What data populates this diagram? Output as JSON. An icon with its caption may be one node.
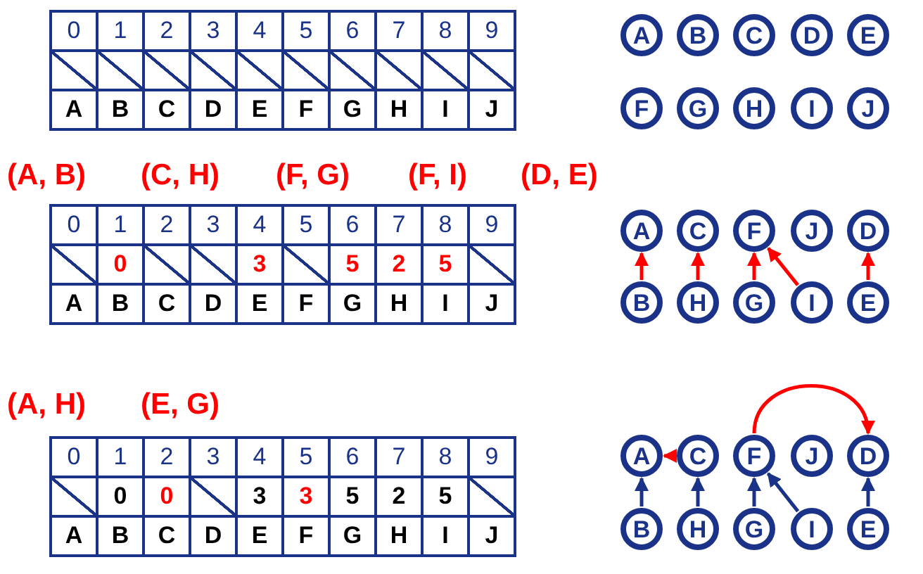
{
  "diagram": {
    "nodes": [
      {
        "text": [
          "A"
        ]
      },
      {
        "text": [
          "B"
        ]
      },
      {
        "text": [
          "C"
        ]
      },
      {
        "text": [
          "D"
        ]
      },
      {
        "text": [
          "E"
        ]
      },
      {
        "text": [
          "F"
        ]
      },
      {
        "text": [
          "G"
        ]
      },
      {
        "text": [
          "H"
        ]
      },
      {
        "text": [
          "I"
        ]
      },
      {
        "text": [
          "J"
        ]
      },
      {
        "text": [
          "A"
        ]
      },
      {
        "text": [
          "C"
        ]
      },
      {
        "text": [
          "F"
        ]
      },
      {
        "text": [
          "J"
        ]
      },
      {
        "text": [
          "D"
        ]
      },
      {
        "text": [
          "B"
        ]
      },
      {
        "text": [
          "H"
        ]
      },
      {
        "text": [
          "G"
        ]
      },
      {
        "text": [
          "I"
        ]
      },
      {
        "text": [
          "E"
        ]
      },
      {
        "text": [
          "A"
        ]
      },
      {
        "text": [
          "C"
        ]
      },
      {
        "text": [
          "F"
        ]
      },
      {
        "text": [
          "J"
        ]
      },
      {
        "text": [
          "D"
        ]
      },
      {
        "text": [
          "B"
        ]
      },
      {
        "text": [
          "H"
        ]
      },
      {
        "text": [
          "G"
        ]
      },
      {
        "text": [
          "I"
        ]
      },
      {
        "text": [
          "E"
        ]
      }
    ],
    "edges": [
      {
        "from": 15,
        "to": 10,
        "arrow": "to",
        "color": "#ff0000"
      },
      {
        "from": 16,
        "to": 11,
        "arrow": "to",
        "color": "#ff0000"
      },
      {
        "from": 17,
        "to": 12,
        "arrow": "to",
        "color": "#ff0000"
      },
      {
        "from": 18,
        "to": 12,
        "arrow": "to",
        "color": "#ff0000"
      },
      {
        "from": 19,
        "to": 14,
        "arrow": "to",
        "color": "#ff0000"
      },
      {
        "from": 25,
        "to": 20,
        "arrow": "to",
        "color": "#1a3388"
      },
      {
        "from": 26,
        "to": 21,
        "arrow": "to",
        "color": "#1a3388"
      },
      {
        "from": 27,
        "to": 22,
        "arrow": "to",
        "color": "#1a3388"
      },
      {
        "from": 28,
        "to": 22,
        "arrow": "to",
        "color": "#1a3388"
      },
      {
        "from": 29,
        "to": 24,
        "arrow": "to",
        "color": "#1a3388"
      },
      {
        "from": 21,
        "to": 20,
        "arrow": "to",
        "color": "#ff0000"
      },
      {
        "from": 22,
        "to": 24,
        "arrow": "to",
        "color": "#ff0000"
      }
    ],
    "labels": [
      "0",
      "1",
      "2",
      "3",
      "4",
      "5",
      "6",
      "7",
      "8",
      "9",
      "A",
      "B",
      "C",
      "D",
      "E",
      "F",
      "G",
      "H",
      "I",
      "J",
      "(A, B)",
      "(C, H)",
      "(F, G)",
      "(F, I)",
      "(D, E)",
      "0",
      "1",
      "2",
      "3",
      "4",
      "5",
      "6",
      "7",
      "8",
      "9",
      "0",
      "3",
      "5",
      "2",
      "5",
      "A",
      "B",
      "C",
      "D",
      "E",
      "F",
      "G",
      "H",
      "I",
      "J",
      "(A, H)",
      "(E, G)",
      "0",
      "1",
      "2",
      "3",
      "4",
      "5",
      "6",
      "7",
      "8",
      "9",
      "0",
      "0",
      "3",
      "3",
      "5",
      "2",
      "5",
      "A",
      "B",
      "C",
      "D",
      "E",
      "F",
      "G",
      "H",
      "I",
      "J"
    ]
  }
}
